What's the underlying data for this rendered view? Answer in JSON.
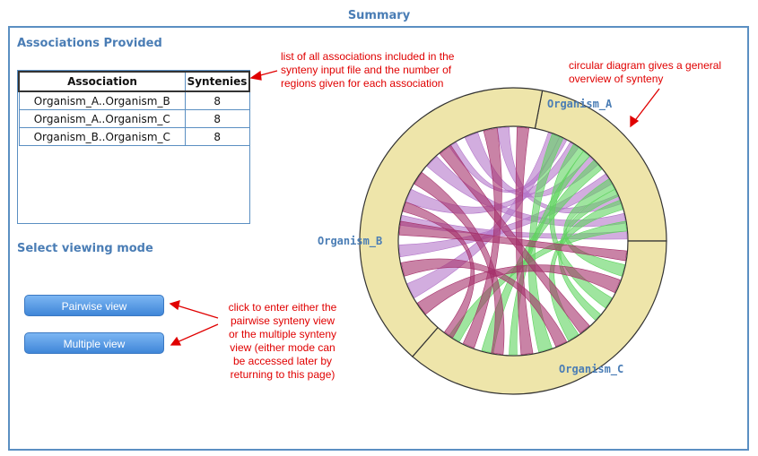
{
  "page": {
    "title": "Summary"
  },
  "associations": {
    "heading": "Associations Provided",
    "columns": [
      "Association",
      "Syntenies"
    ],
    "rows": [
      {
        "association": "Organism_A..Organism_B",
        "syntenies": "8"
      },
      {
        "association": "Organism_A..Organism_C",
        "syntenies": "8"
      },
      {
        "association": "Organism_B..Organism_C",
        "syntenies": "8"
      }
    ]
  },
  "viewing_mode": {
    "heading": "Select viewing mode",
    "pairwise_label": "Pairwise view",
    "multiple_label": "Multiple view"
  },
  "diagram": {
    "organisms": [
      "Organism_A",
      "Organism_B",
      "Organism_C"
    ],
    "ring_color": "#eee5aa",
    "ribbon_colors": {
      "A_B": "#b476c9",
      "A_C": "#5fd45f",
      "B_C": "#a5306a"
    }
  },
  "annotations": {
    "table_note": "list of all associations included in the\nsynteny input file and the number of\nregions given for each association",
    "diagram_note": "circular diagram gives a general\noverview of synteny",
    "buttons_note": "click to enter either the\npairwise synteny view\nor the multiple synteny\nview (either mode can\nbe accessed later by\nreturning to this page)"
  },
  "colors": {
    "accent": "#4a7db5",
    "annotation": "#e00000",
    "button": "#4f93de"
  }
}
